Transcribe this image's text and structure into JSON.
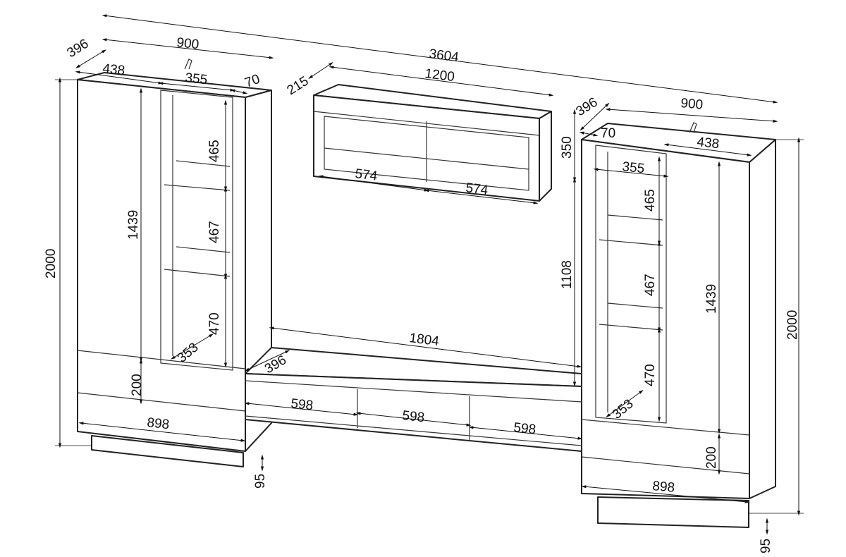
{
  "dimensions": {
    "overall_width": "3604",
    "left_width": "900",
    "left_depth": "396",
    "left_door_width": "438",
    "left_shelf_width": "355",
    "left_side_gap": "70",
    "shelf_depth": "215",
    "shelf_width": "1200",
    "shelf_height": "350",
    "shelf_section_left": "574",
    "shelf_section_right": "574",
    "left_height": "2000",
    "left_door_height": "1439",
    "left_compartment_top": "465",
    "left_compartment_mid": "467",
    "left_compartment_bottom": "470",
    "left_inner_depth": "353",
    "left_drawer_height": "200",
    "left_base_width": "898",
    "left_plinth_height": "95",
    "tv_width": "1804",
    "tv_depth": "396",
    "tv_drawer_1": "598",
    "tv_drawer_2": "598",
    "tv_drawer_3": "598",
    "gap_height": "1108",
    "right_depth": "396",
    "right_width": "900",
    "right_side_gap": "70",
    "right_door_width": "438",
    "right_shelf_width": "355",
    "right_compartment_top": "465",
    "right_compartment_mid": "467",
    "right_compartment_bottom": "470",
    "right_door_height": "1439",
    "right_inner_depth": "353",
    "right_drawer_height": "200",
    "right_base_width": "898",
    "right_plinth_height": "95",
    "right_height": "2000"
  }
}
